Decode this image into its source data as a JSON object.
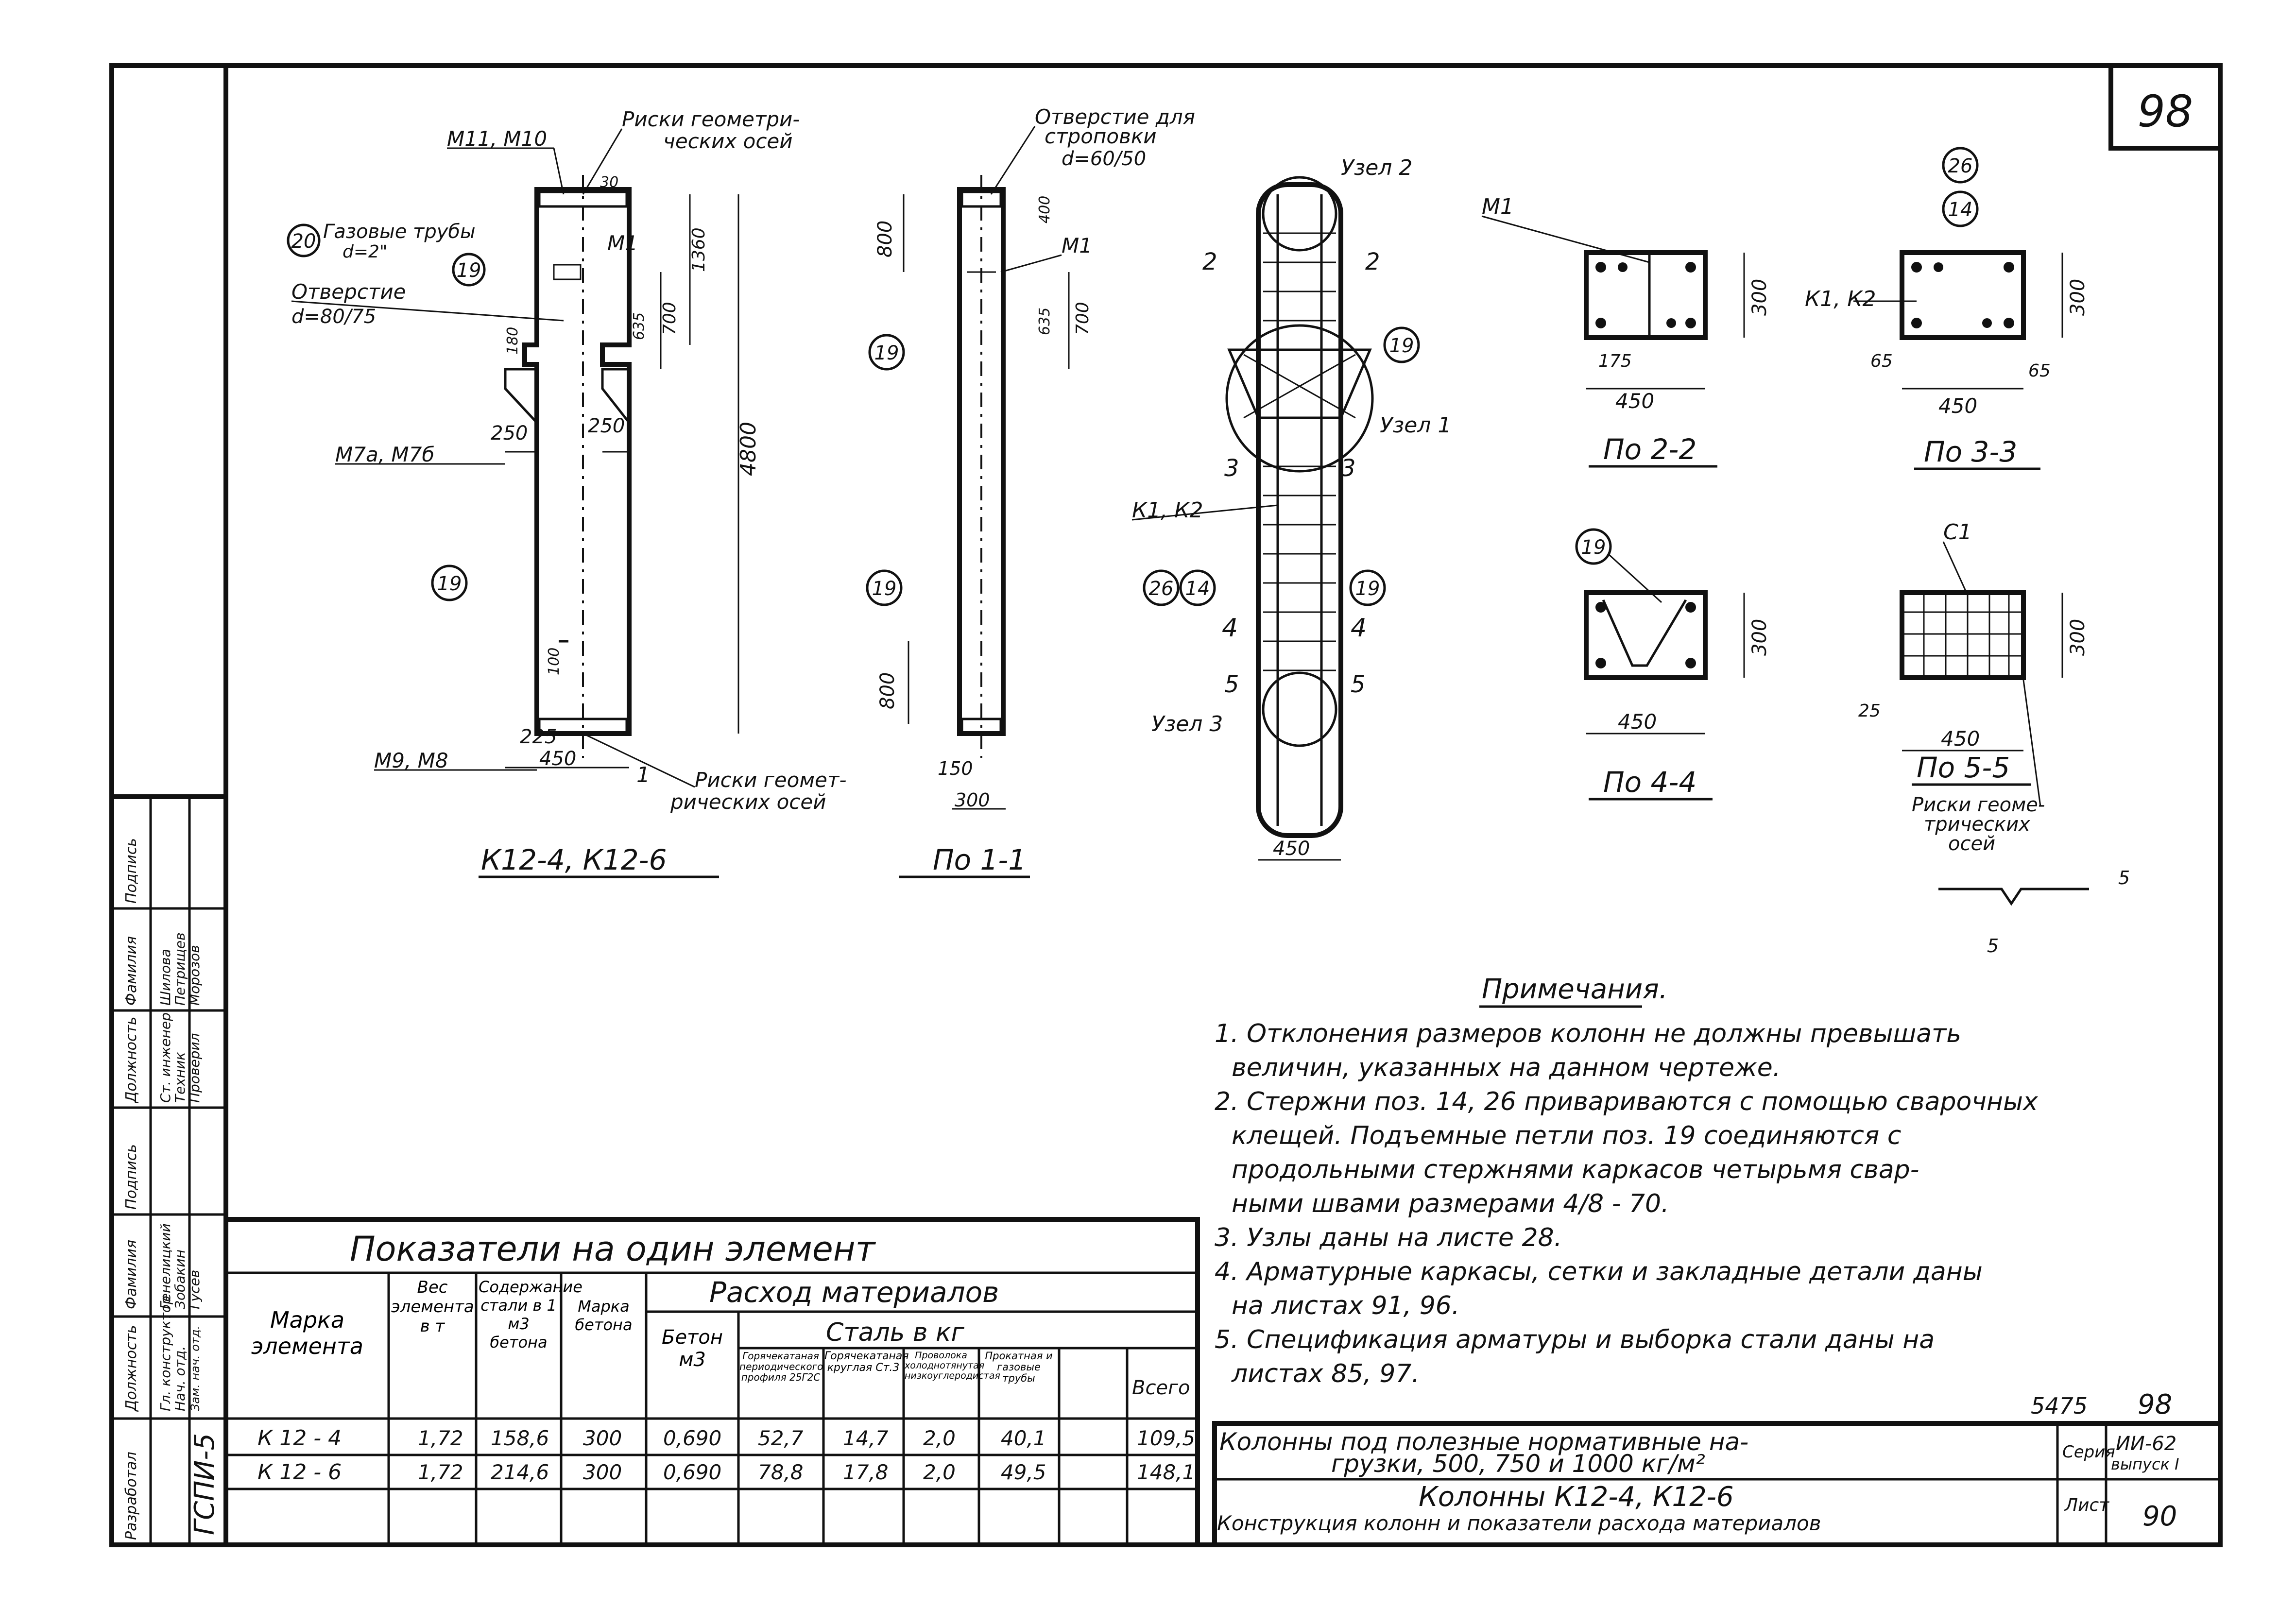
{
  "sheet": {
    "sheet_number": "98",
    "drawing_code": "5475",
    "drawing_code_page": "98"
  },
  "views": {
    "main_label": "К12-4, К12-6",
    "section_1_1": "По 1-1",
    "section_2_2": "По 2-2",
    "section_3_3": "По 3-3",
    "section_4_4": "По 4-4",
    "section_5_5": "По 5-5"
  },
  "callouts": {
    "m11_m10": "М11, М10",
    "geometric_axes_top_1": "Риски геометри-",
    "geometric_axes_top_2": "ческих осей",
    "gas_pipes_1": "Газовые трубы",
    "gas_pipes_2": "d=2\"",
    "hole_1": "Отверстие",
    "hole_2": "d=80/75",
    "m7": "М7а, М7б",
    "m9_m8": "М9, М8",
    "geometric_axes_bottom_1": "Риски геомет-",
    "geometric_axes_bottom_2": "рических осей",
    "sling_hole_1": "Отверстие для",
    "sling_hole_2": "строповки",
    "sling_hole_3": "d=60/50",
    "m1": "М1",
    "node_1": "Узел 1",
    "node_2": "Узел 2",
    "node_3": "Узел 3",
    "k1_k2": "К1, К2",
    "c1": "С1",
    "geometric_axes_right_1": "Риски геоме-",
    "geometric_axes_right_2": "трических",
    "geometric_axes_right_3": "осей",
    "pos_19": "19",
    "pos_20": "20",
    "pos_26": "26",
    "pos_14": "14",
    "sec_2": "2",
    "sec_3": "3",
    "sec_4": "4",
    "sec_5": "5",
    "sec_1": "1"
  },
  "dimensions": {
    "d4800": "4800",
    "d1360": "1360",
    "d700": "700",
    "d800": "800",
    "d250": "250",
    "d450": "450",
    "d225": "225",
    "d300": "300",
    "d150": "150",
    "d175": "175",
    "d65": "65",
    "d25": "25",
    "d100": "100",
    "d180": "180",
    "d635": "635",
    "d400": "400",
    "d30": "30",
    "d5": "5"
  },
  "notes": {
    "title": "Примечания.",
    "lines": [
      "1. Отклонения размеров колонн не должны превышать",
      "величин, указанных на данном чертеже.",
      "2. Стержни поз. 14, 26 привариваются с помощью сварочных",
      "клещей. Подъемные петли поз. 19 соединяются с",
      "продольными стержнями каркасов четырьмя свар-",
      "ными швами размерами 4/8 - 70.",
      "3. Узлы даны на листе 28.",
      "4. Арматурные каркасы, сетки и закладные детали даны",
      "на листах 91, 96.",
      "5. Спецификация арматуры и выборка стали даны на",
      "листах 85, 97."
    ]
  },
  "table": {
    "title": "Показатели на один элемент",
    "h_mark": "Марка элемента",
    "h_weight": "Вес элемента в т",
    "h_steel_content": "Содержание стали в 1 м3 бетона",
    "h_concrete_grade": "Марка бетона",
    "h_consumption": "Расход материалов",
    "h_concrete": "Бетон м3",
    "h_steel": "Сталь в кг",
    "h_s1": "Горячекатаная периодического профиля 25Г2С",
    "h_s2": "Горячекатаная круглая Ст.3",
    "h_s3": "Проволока холоднотянутая низкоуглеродистая",
    "h_s4": "Прокатная и газовые трубы",
    "h_total": "Всего",
    "rows": [
      {
        "mark": "К 12 - 4",
        "weight": "1,72",
        "steel_per_m3": "158,6",
        "grade": "300",
        "concrete": "0,690",
        "s1": "52,7",
        "s2": "14,7",
        "s3": "2,0",
        "s4": "40,1",
        "total": "109,5"
      },
      {
        "mark": "К 12 - 6",
        "weight": "1,72",
        "steel_per_m3": "214,6",
        "grade": "300",
        "concrete": "0,690",
        "s1": "78,8",
        "s2": "17,8",
        "s3": "2,0",
        "s4": "49,5",
        "total": "148,1"
      }
    ]
  },
  "title_block": {
    "line1": "Колонны под полезные нормативные на-",
    "line2": "грузки, 500, 750 и 1000 кг/м²",
    "line3": "Колонны К12-4, К12-6",
    "line4": "Конструкция колонн и показатели расхода материалов",
    "series_label": "Серия",
    "series_value_1": "ИИ-62",
    "series_value_2": "выпуск I",
    "sheet_label": "Лист",
    "sheet_value": "90"
  },
  "side_stamp": {
    "org": "ГСПИ-5",
    "c1": "Разработал",
    "c2": "Должность",
    "c3": "Фамилия",
    "c4": "Подпись",
    "c5": "Должность",
    "c6": "Фамилия",
    "c7": "Подпись",
    "r1": "Гл. конструктор",
    "r2": "Нач. отд.",
    "r3": "Зам. нач. отд.",
    "r4": "Генелицкий",
    "r5": "Зобакин",
    "r6": "Гусев",
    "r7": "Ст. инженер",
    "r8": "Техник",
    "r9": "Проверил",
    "r10": "Шилова",
    "r11": "Петрищев",
    "r12": "Морозов"
  }
}
